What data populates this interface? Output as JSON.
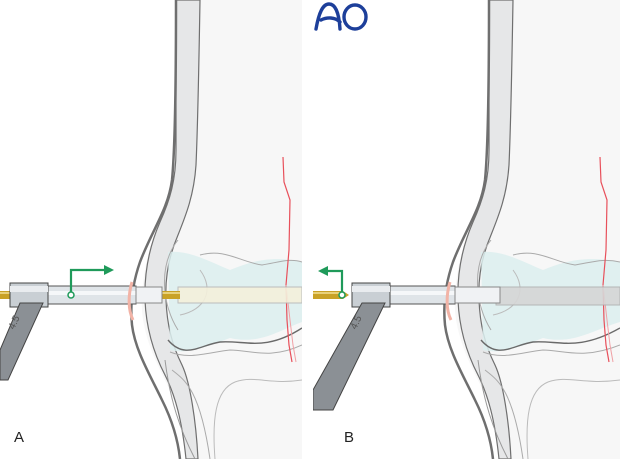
{
  "figure": {
    "description": "Two-step surgical illustration: drill sleeve inserted through near cortex of bone, then drill bit withdrawn",
    "panels": [
      {
        "id": "A",
        "label": "A",
        "instrument_marking": "4.5",
        "arrow_direction": "right",
        "drill_state": "advanced through bone"
      },
      {
        "id": "B",
        "label": "B",
        "instrument_marking": "4.5",
        "arrow_direction": "left",
        "drill_state": "withdrawn, drill hole remains"
      }
    ],
    "logo": "AO",
    "colors": {
      "arrow": "#1f9a5a",
      "fracture_line": "#e8505b",
      "logo": "#1d3f9a",
      "drill_bit": "#c9a227",
      "bone_cortex": "#e6e7e8",
      "bone_outline": "#707070",
      "cartilage": "#dceeee"
    }
  }
}
